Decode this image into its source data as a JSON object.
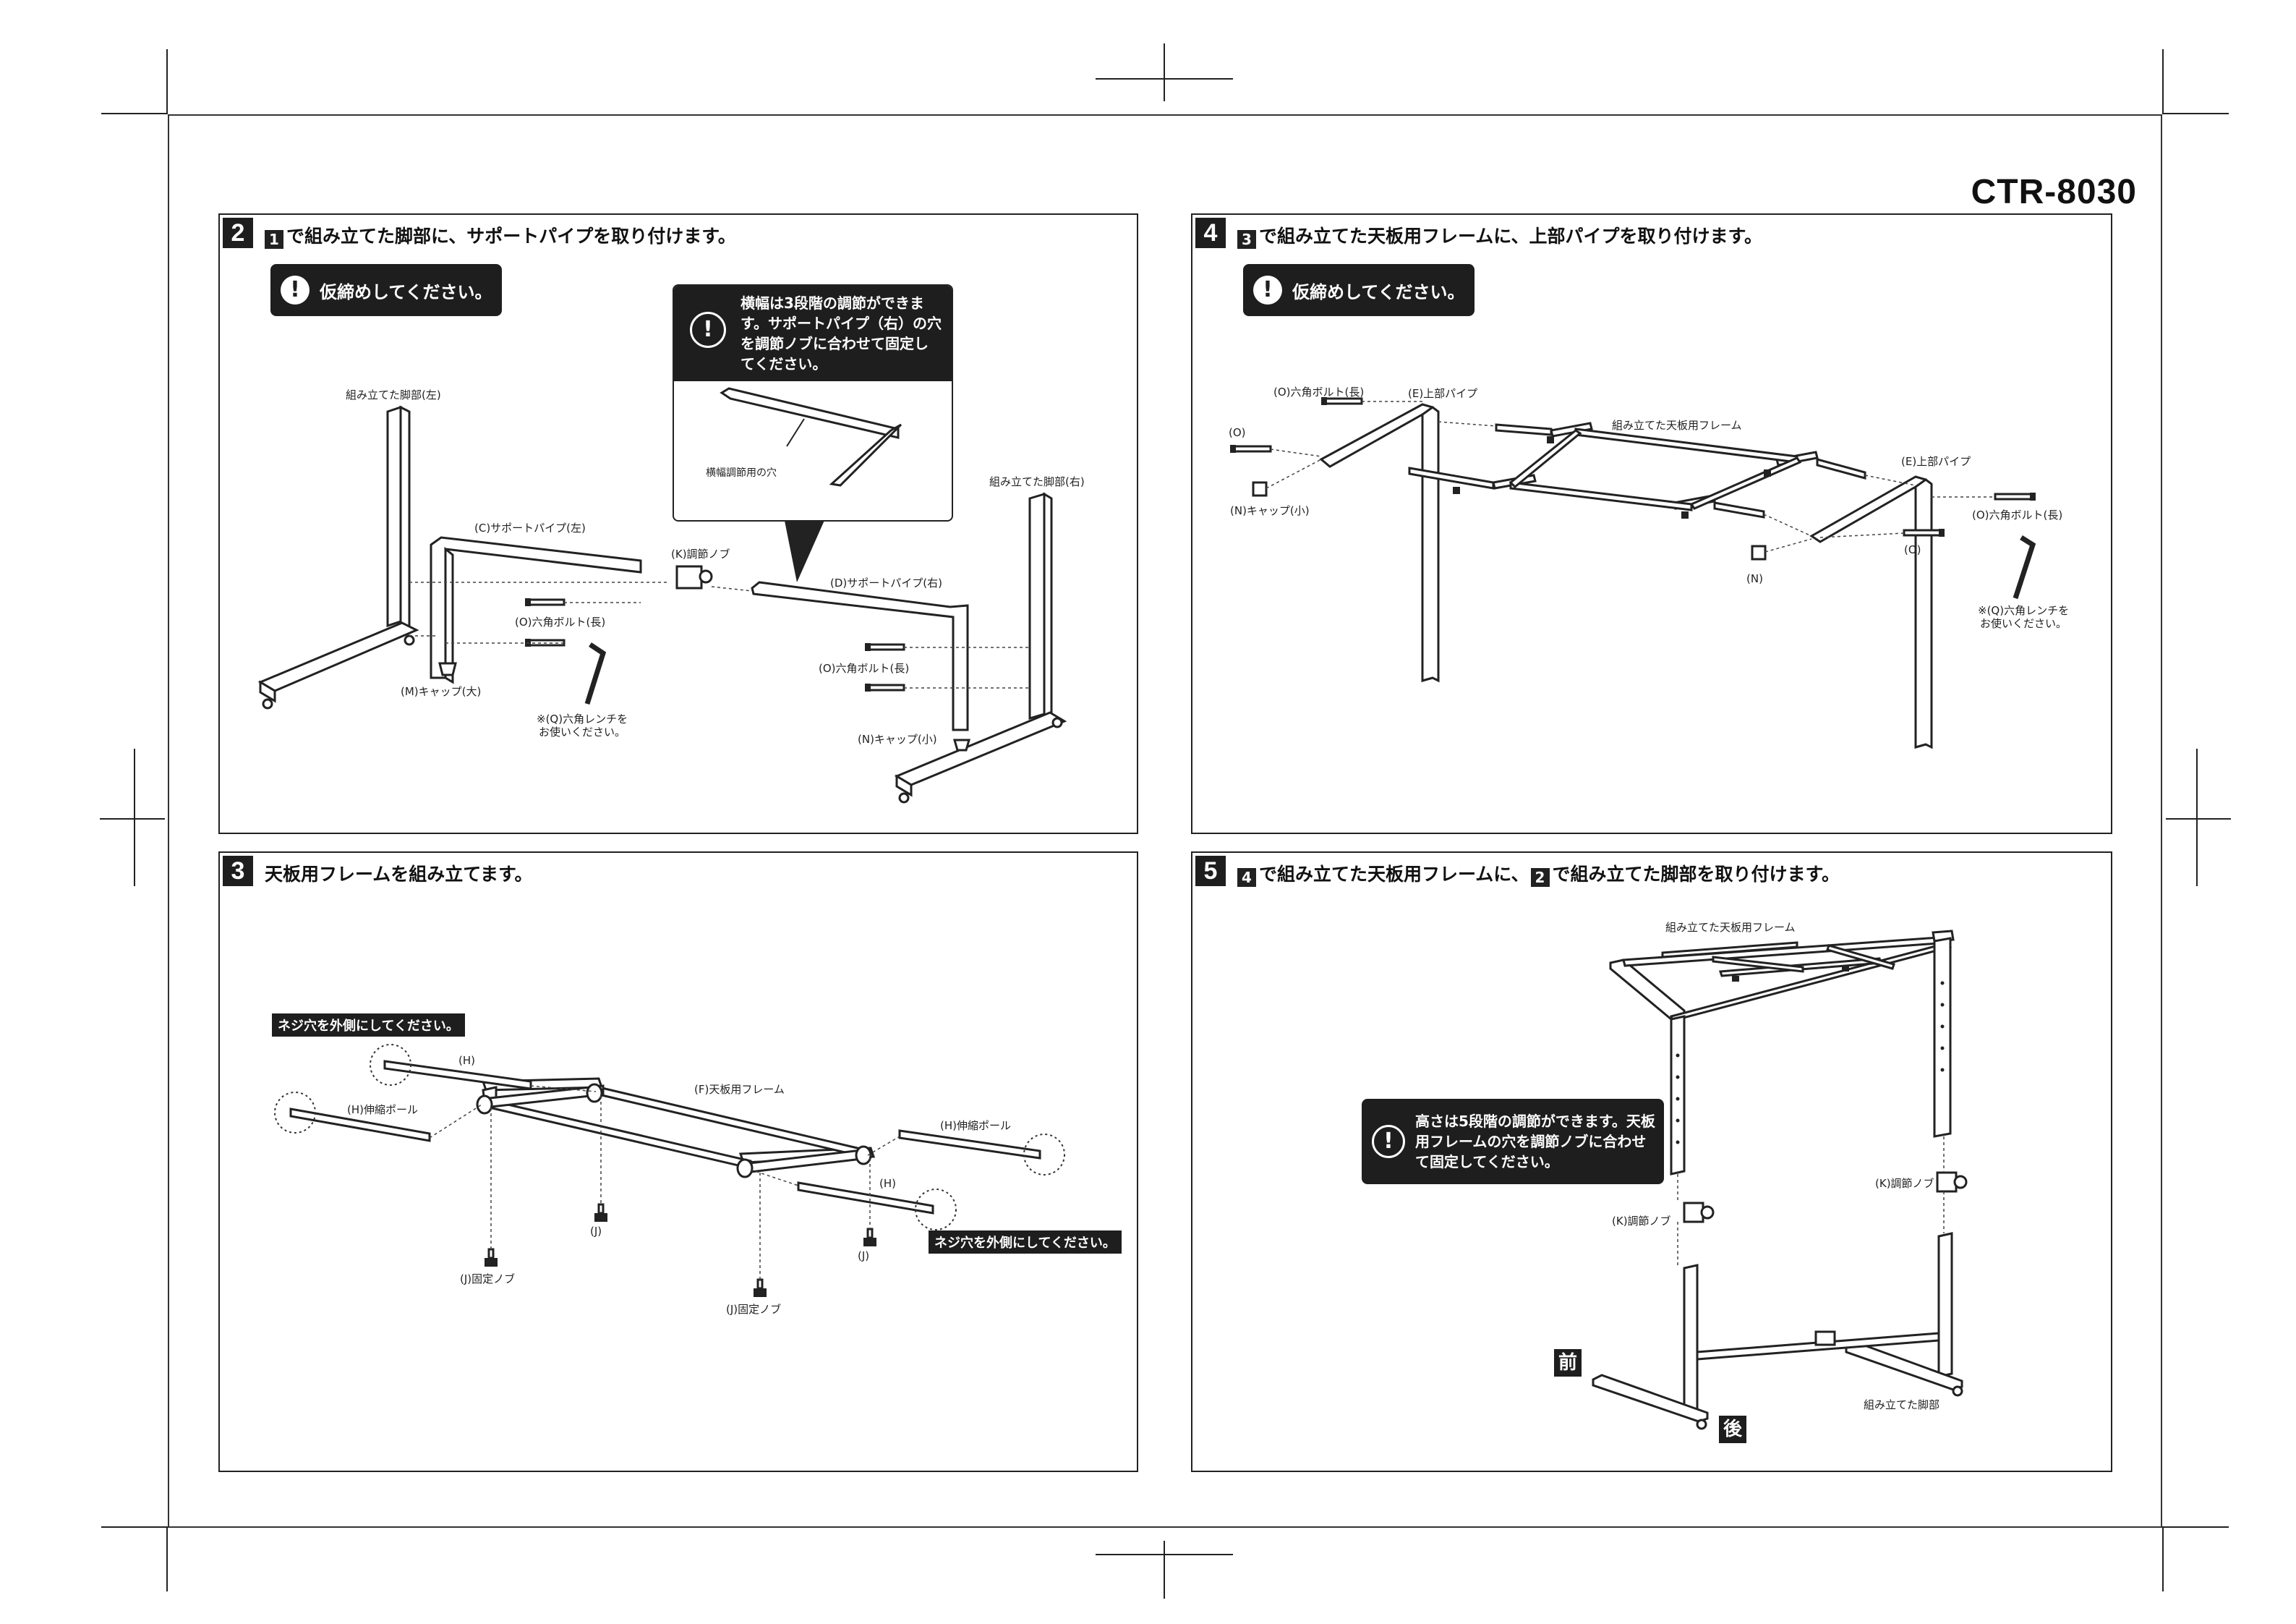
{
  "model": "CTR-8030",
  "step2": {
    "number": "2",
    "ref": "1",
    "title": "で組み立てた脚部に、サポートパイプを取り付けます。",
    "caution": "仮締めしてください。",
    "note": "横幅は3段階の調節ができます。サポートパイプ（右）の穴を調節ノブに合わせて固定してください。",
    "note_label": "横幅調節用の穴",
    "labels": {
      "leg_left": "組み立てた脚部(左)",
      "leg_right": "組み立てた脚部(右)",
      "support_c": "(C)サポートパイプ(左)",
      "support_d": "(D)サポートパイプ(右)",
      "knob_k": "(K)調節ノブ",
      "bolt_o1": "(O)六角ボルト(長)",
      "bolt_o2": "(O)六角ボルト(長)",
      "cap_m": "(M)キャップ(大)",
      "cap_n": "(N)キャップ(小)",
      "wrench_q": "※(Q)六角レンチを\nお使いください。"
    }
  },
  "step3": {
    "number": "3",
    "title": "天板用フレームを組み立てます。",
    "tag_left": "ネジ穴を外側にしてください。",
    "tag_right": "ネジ穴を外側にしてください。",
    "labels": {
      "h1": "(H)",
      "h_pole_left": "(H)伸縮ポール",
      "frame_f": "(F)天板用フレーム",
      "h_pole_right": "(H)伸縮ポール",
      "h2": "(H)",
      "j1": "(J)",
      "j2": "(J)",
      "j_knob1": "(J)固定ノブ",
      "j_knob2": "(J)固定ノブ"
    }
  },
  "step4": {
    "number": "4",
    "ref": "3",
    "title": "で組み立てた天板用フレームに、上部パイプを取り付けます。",
    "caution": "仮締めしてください。",
    "labels": {
      "bolt_o_long": "(O)六角ボルト(長)",
      "pipe_e": "(E)上部パイプ",
      "o": "(O)",
      "cap_n_small": "(N)キャップ(小)",
      "frame": "組み立てた天板用フレーム",
      "pipe_e2": "(E)上部パイプ",
      "bolt_o_long2": "(O)六角ボルト(長)",
      "o2": "(O)",
      "n": "(N)",
      "wrench_q": "※(Q)六角レンチを\nお使いください。"
    }
  },
  "step5": {
    "number": "5",
    "ref1": "4",
    "mid": "で組み立てた天板用フレームに、",
    "ref2": "2",
    "title": "で組み立てた脚部を取り付けます。",
    "note": "高さは5段階の調節ができます。天板用フレームの穴を調節ノブに合わせて固定してください。",
    "labels": {
      "frame": "組み立てた天板用フレーム",
      "knob_k1": "(K)調節ノブ",
      "knob_k2": "(K)調節ノブ",
      "legs": "組み立てた脚部",
      "front": "前",
      "back": "後"
    }
  }
}
